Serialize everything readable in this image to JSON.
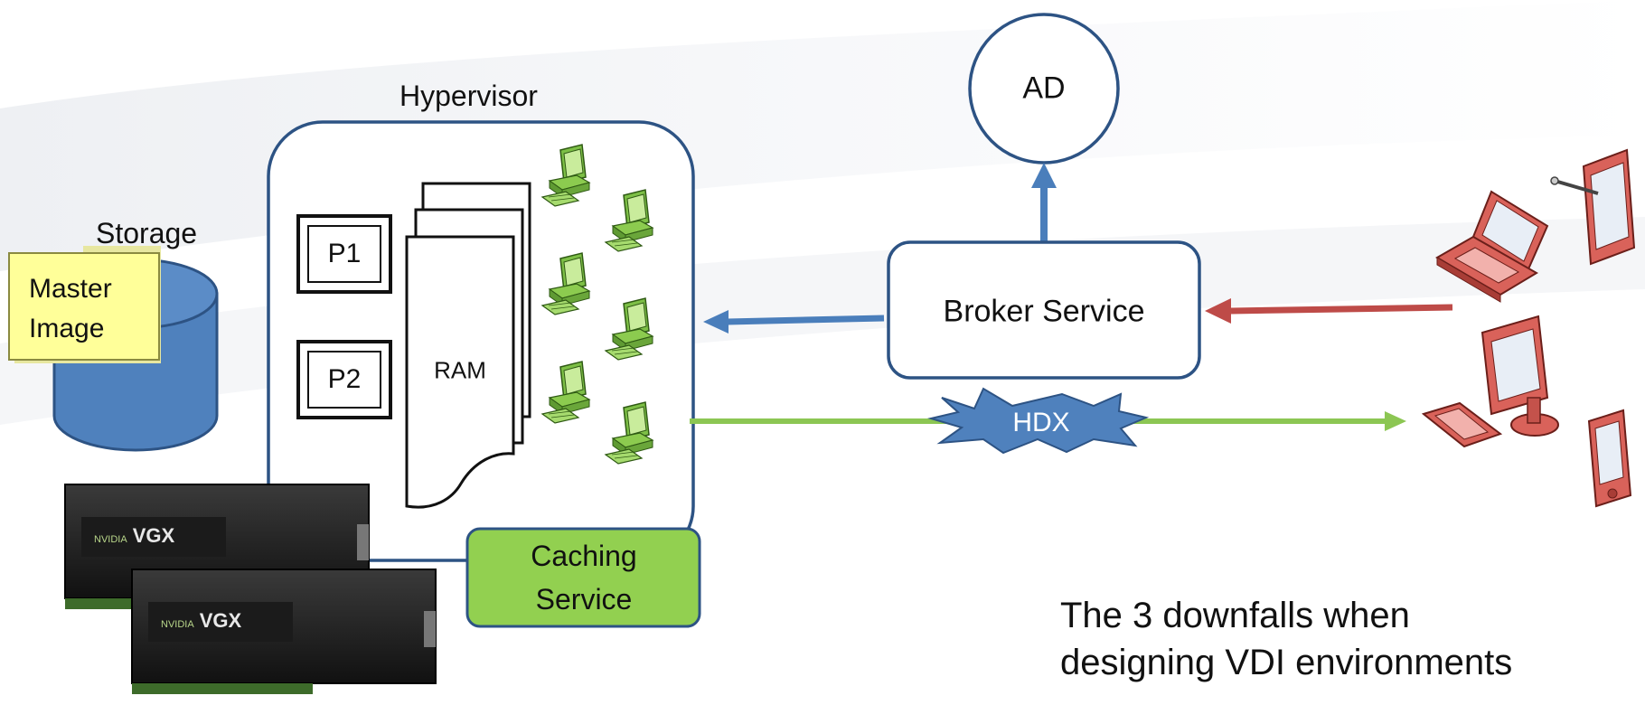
{
  "labels": {
    "hypervisor": "Hypervisor",
    "storage": "Storage",
    "master_image": "Master\nImage",
    "p1": "P1",
    "p2": "P2",
    "ram": "RAM",
    "caching_service": "Caching\nService",
    "broker_service": "Broker Service",
    "ad": "AD",
    "hdx": "HDX",
    "caption_line1": "The 3 downfalls when",
    "caption_line2": "designing VDI environments",
    "gpu_brand_1": "NVIDIA",
    "gpu_model_1": "VGX",
    "gpu_brand_2": "NVIDIA",
    "gpu_model_2": "VGX"
  },
  "colors": {
    "border_blue": "#2d5384",
    "arrow_blue": "#4a7ebb",
    "arrow_red": "#be4b48",
    "arrow_green": "#8cc653",
    "storage_fill": "#4f81bd",
    "master_image_fill": "#ffff99",
    "caching_fill": "#92d050",
    "hdx_fill": "#4f81bd",
    "vm_green": "#8ccb4f",
    "client_red": "#d9625a"
  },
  "icons": [
    "desktop-vm-icon",
    "laptop-icon",
    "tablet-icon",
    "desktop-client-icon",
    "phone-icon",
    "gpu-card-icon"
  ]
}
